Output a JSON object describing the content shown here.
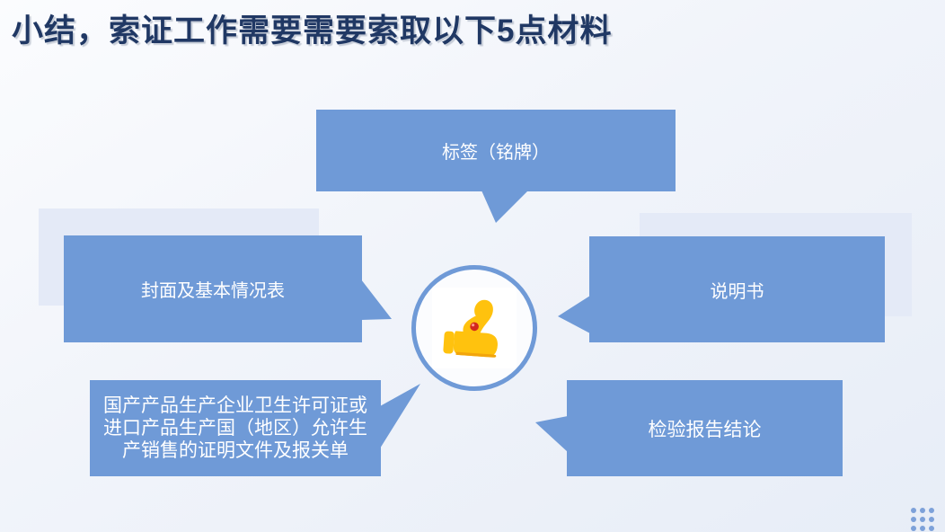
{
  "slide": {
    "title": "小结，索证工作需要需要索取以下5点材料",
    "callouts": {
      "top": {
        "label": "标签（铭牌）"
      },
      "left": {
        "label": "封面及基本情况表"
      },
      "right": {
        "label": "说明书"
      },
      "bottom_left": {
        "label": "国产产品生产企业卫生许可证或进口产品生产国（地区）允许生产销售的证明文件及报关单"
      },
      "bottom_right": {
        "label": "检验报告结论"
      }
    },
    "center": {
      "icon": "thumbs-up-icon"
    },
    "colors": {
      "title_text": "#203864",
      "callout_fill": "#6f9ad7",
      "callout_text": "#ffffff",
      "shadow_box_fill": "#e4eaf7",
      "background_top": "#fbfcfe",
      "background_bottom": "#e7edf7",
      "dot_decoration": "#7da1d9",
      "thumb_yellow": "#ffc20e",
      "thumb_shade": "#f2a50c",
      "thumb_red_dot": "#d3281e"
    }
  }
}
